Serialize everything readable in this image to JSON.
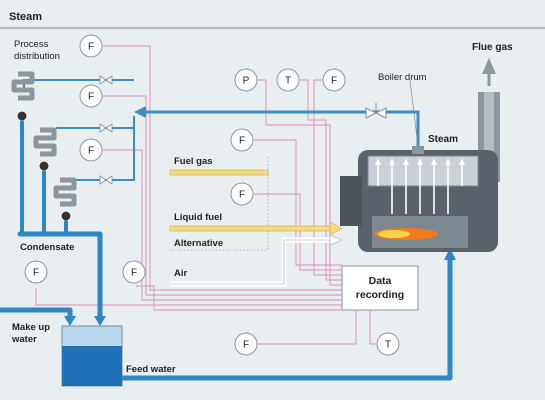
{
  "title": "Steam",
  "labels": {
    "process_distribution": [
      "Process",
      "distribution"
    ],
    "flue_gas": "Flue gas",
    "boiler_drum": "Boiler drum",
    "steam": "Steam",
    "fuel_gas": "Fuel gas",
    "liquid_fuel": "Liquid fuel",
    "alternative": "Alternative",
    "air": "Air",
    "condensate": "Condensate",
    "make_up_water": [
      "Make up",
      "water"
    ],
    "feed_water": "Feed water",
    "data_recording": [
      "Data",
      "recording"
    ]
  },
  "instruments": [
    {
      "id": "flow-process-1",
      "letter": "F"
    },
    {
      "id": "flow-process-2",
      "letter": "F"
    },
    {
      "id": "flow-process-3",
      "letter": "F"
    },
    {
      "id": "pressure-steam",
      "letter": "P"
    },
    {
      "id": "temperature-steam",
      "letter": "T"
    },
    {
      "id": "flow-steam",
      "letter": "F"
    },
    {
      "id": "flow-fuel-gas",
      "letter": "F"
    },
    {
      "id": "flow-liquid-fuel",
      "letter": "F"
    },
    {
      "id": "flow-condensate",
      "letter": "F"
    },
    {
      "id": "flow-makeup",
      "letter": "F"
    },
    {
      "id": "flow-feedwater",
      "letter": "F"
    },
    {
      "id": "temperature-feedwater",
      "letter": "T"
    }
  ],
  "colors": {
    "background": "#e9eef1",
    "water_blue": "#2f86c6",
    "signal_pink": "#d98fb6",
    "fuel_yellow": "#f6d98a",
    "boiler_grey": "#5d666d",
    "flame_orange": "#f07c1e"
  }
}
